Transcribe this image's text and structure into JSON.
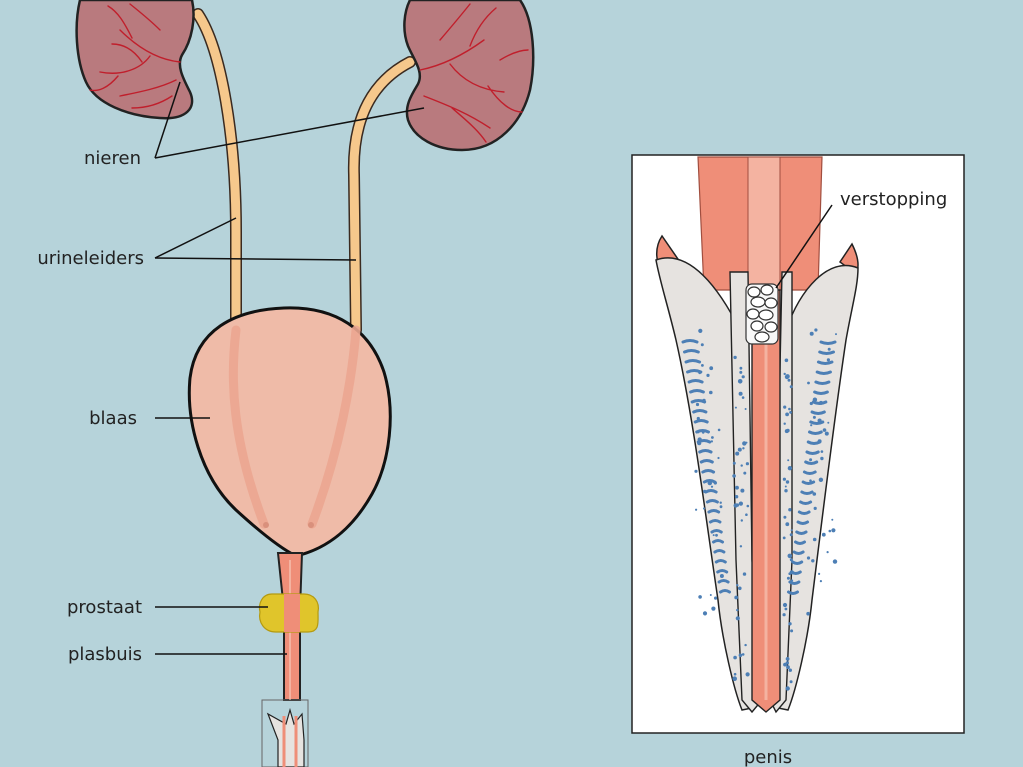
{
  "labels": {
    "kidneys": "nieren",
    "ureters": "urineleiders",
    "bladder": "blaas",
    "prostate": "prostaat",
    "urethra": "plasbuis",
    "blockage": "verstopping",
    "penis": "penis"
  },
  "colors": {
    "background": "#b6d3da",
    "kidney": "#b97a7e",
    "kidney_vessel": "#c01f2c",
    "ureter": "#f6c88c",
    "bladder": "#efbba8",
    "prostate": "#e0c52b",
    "urethra": "#ef8e78",
    "erectile_tissue": "#e6e3e0",
    "dots": "#4d7fb5"
  }
}
